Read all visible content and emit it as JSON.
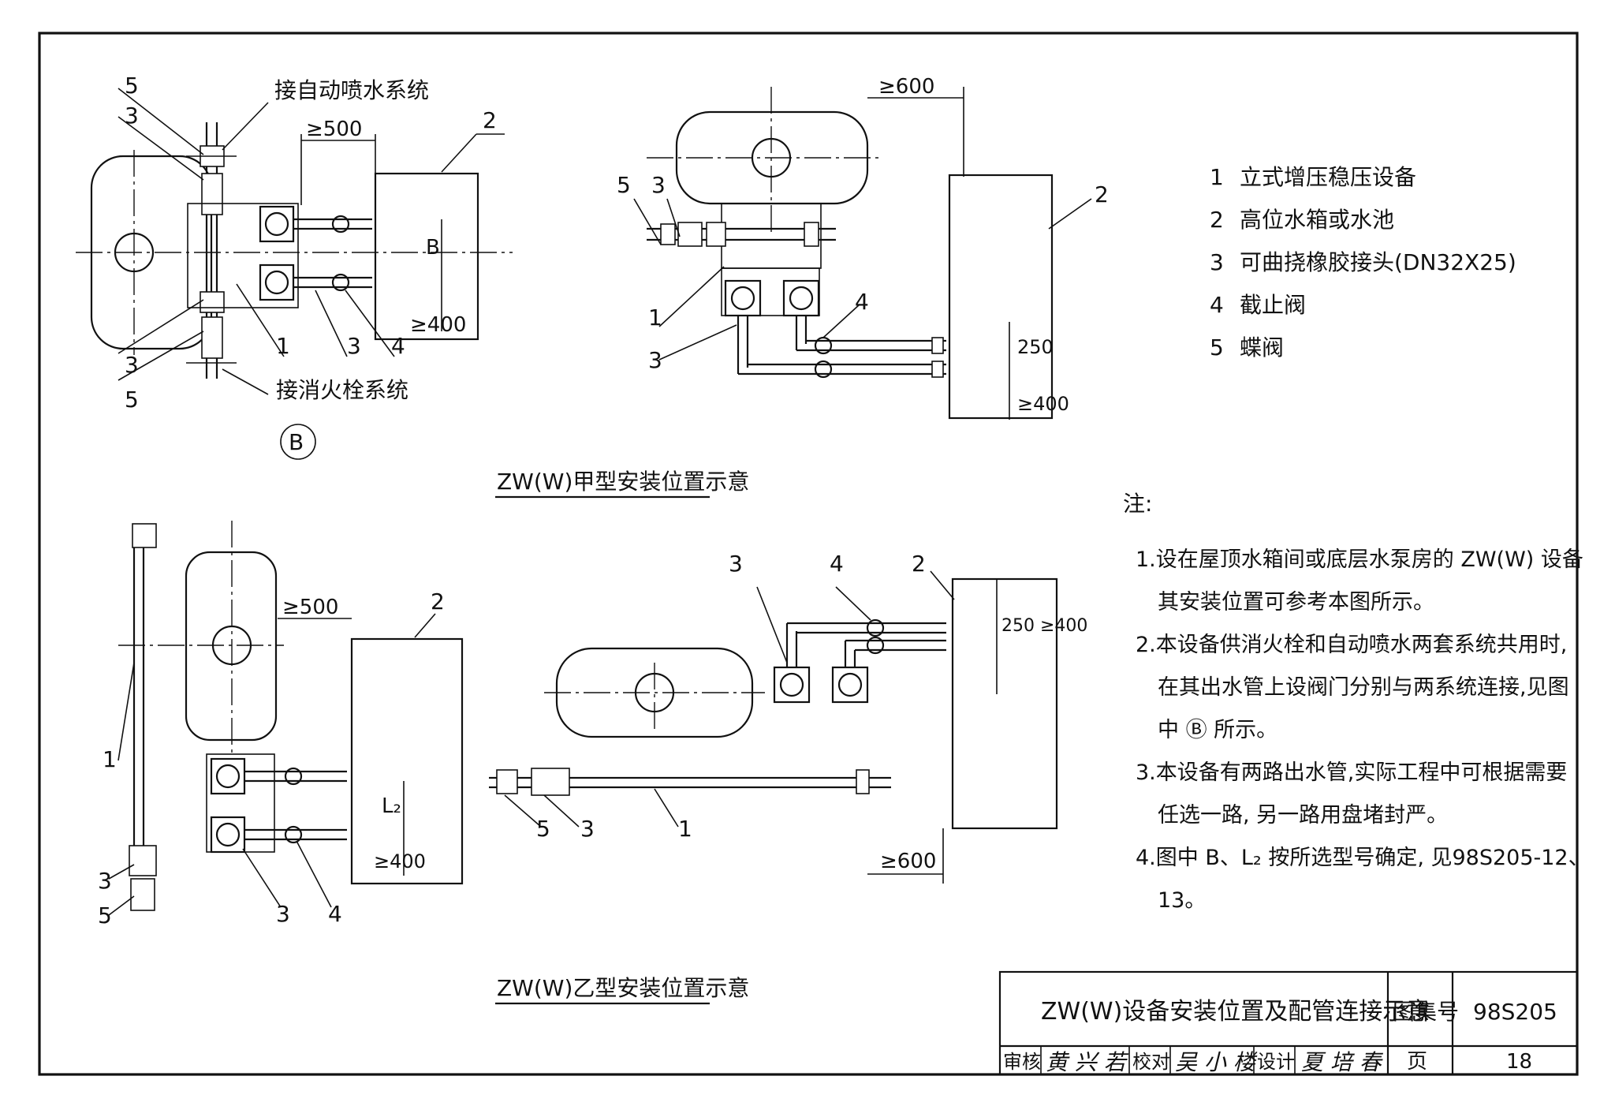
{
  "view_a": {
    "title": "ZW(W)甲型安装位置示意",
    "labels": {
      "to_sprinkler": "接自动喷水系统",
      "to_hydrant": "接消火栓系统",
      "detail_marker": "B",
      "dim_500": "≥500",
      "dim_b": "B",
      "dim_400": "≥400",
      "n1": "1",
      "n2": "2",
      "n3_top": "3",
      "n3_bot": "3",
      "n3_mid": "3",
      "n4": "4",
      "n5_top": "5",
      "n5_bot": "5"
    }
  },
  "view_a_right": {
    "labels": {
      "dim_600": "≥600",
      "dim_250": "250",
      "dim_400": "≥400",
      "n1": "1",
      "n2": "2",
      "n3_top": "3",
      "n3_bot": "3",
      "n4": "4",
      "n5": "5"
    }
  },
  "view_b": {
    "title": "ZW(W)乙型安装位置示意",
    "labels": {
      "dim_500": "≥500",
      "dim_l2": "L₂",
      "dim_400": "≥400",
      "n1": "1",
      "n2": "2",
      "n3_left": "3",
      "n3_mid": "3",
      "n4": "4",
      "n5": "5"
    }
  },
  "view_b_right": {
    "labels": {
      "dim_250_400": "250 ≥400",
      "dim_600": "≥600",
      "n1": "1",
      "n2": "2",
      "n3_top": "3",
      "n3_bot": "3",
      "n4": "4",
      "n5": "5"
    }
  },
  "legend": [
    {
      "num": "1",
      "text": "立式增压稳压设备"
    },
    {
      "num": "2",
      "text": "高位水箱或水池"
    },
    {
      "num": "3",
      "text": "可曲挠橡胶接头(DN32X25)"
    },
    {
      "num": "4",
      "text": "截止阀"
    },
    {
      "num": "5",
      "text": "蝶阀"
    }
  ],
  "notes": {
    "heading": "注:",
    "lines": [
      "1.设在屋顶水箱间或底层水泵房的 ZW(W) 设备",
      "其安装位置可参考本图所示。",
      "2.本设备供消火栓和自动喷水两套系统共用时,",
      "在其出水管上设阀门分别与两系统连接,见图",
      "中 Ⓑ 所示。",
      "3.本设备有两路出水管,实际工程中可根据需要",
      "任选一路, 另一路用盘堵封严。",
      "4.图中 B、L₂ 按所选型号确定, 见98S205-12、",
      "13。"
    ]
  },
  "title_block": {
    "title": "ZW(W)设备安装位置及配管连接示意",
    "atlas_label": "图集号",
    "atlas_number": "98S205",
    "review_label": "审核",
    "review_signature": "黄 兴 若",
    "check_label": "校对",
    "check_signature": "吴 小 楼",
    "design_label": "设计",
    "design_signature": "夏 培 春",
    "page_label": "页",
    "page_number": "18"
  }
}
